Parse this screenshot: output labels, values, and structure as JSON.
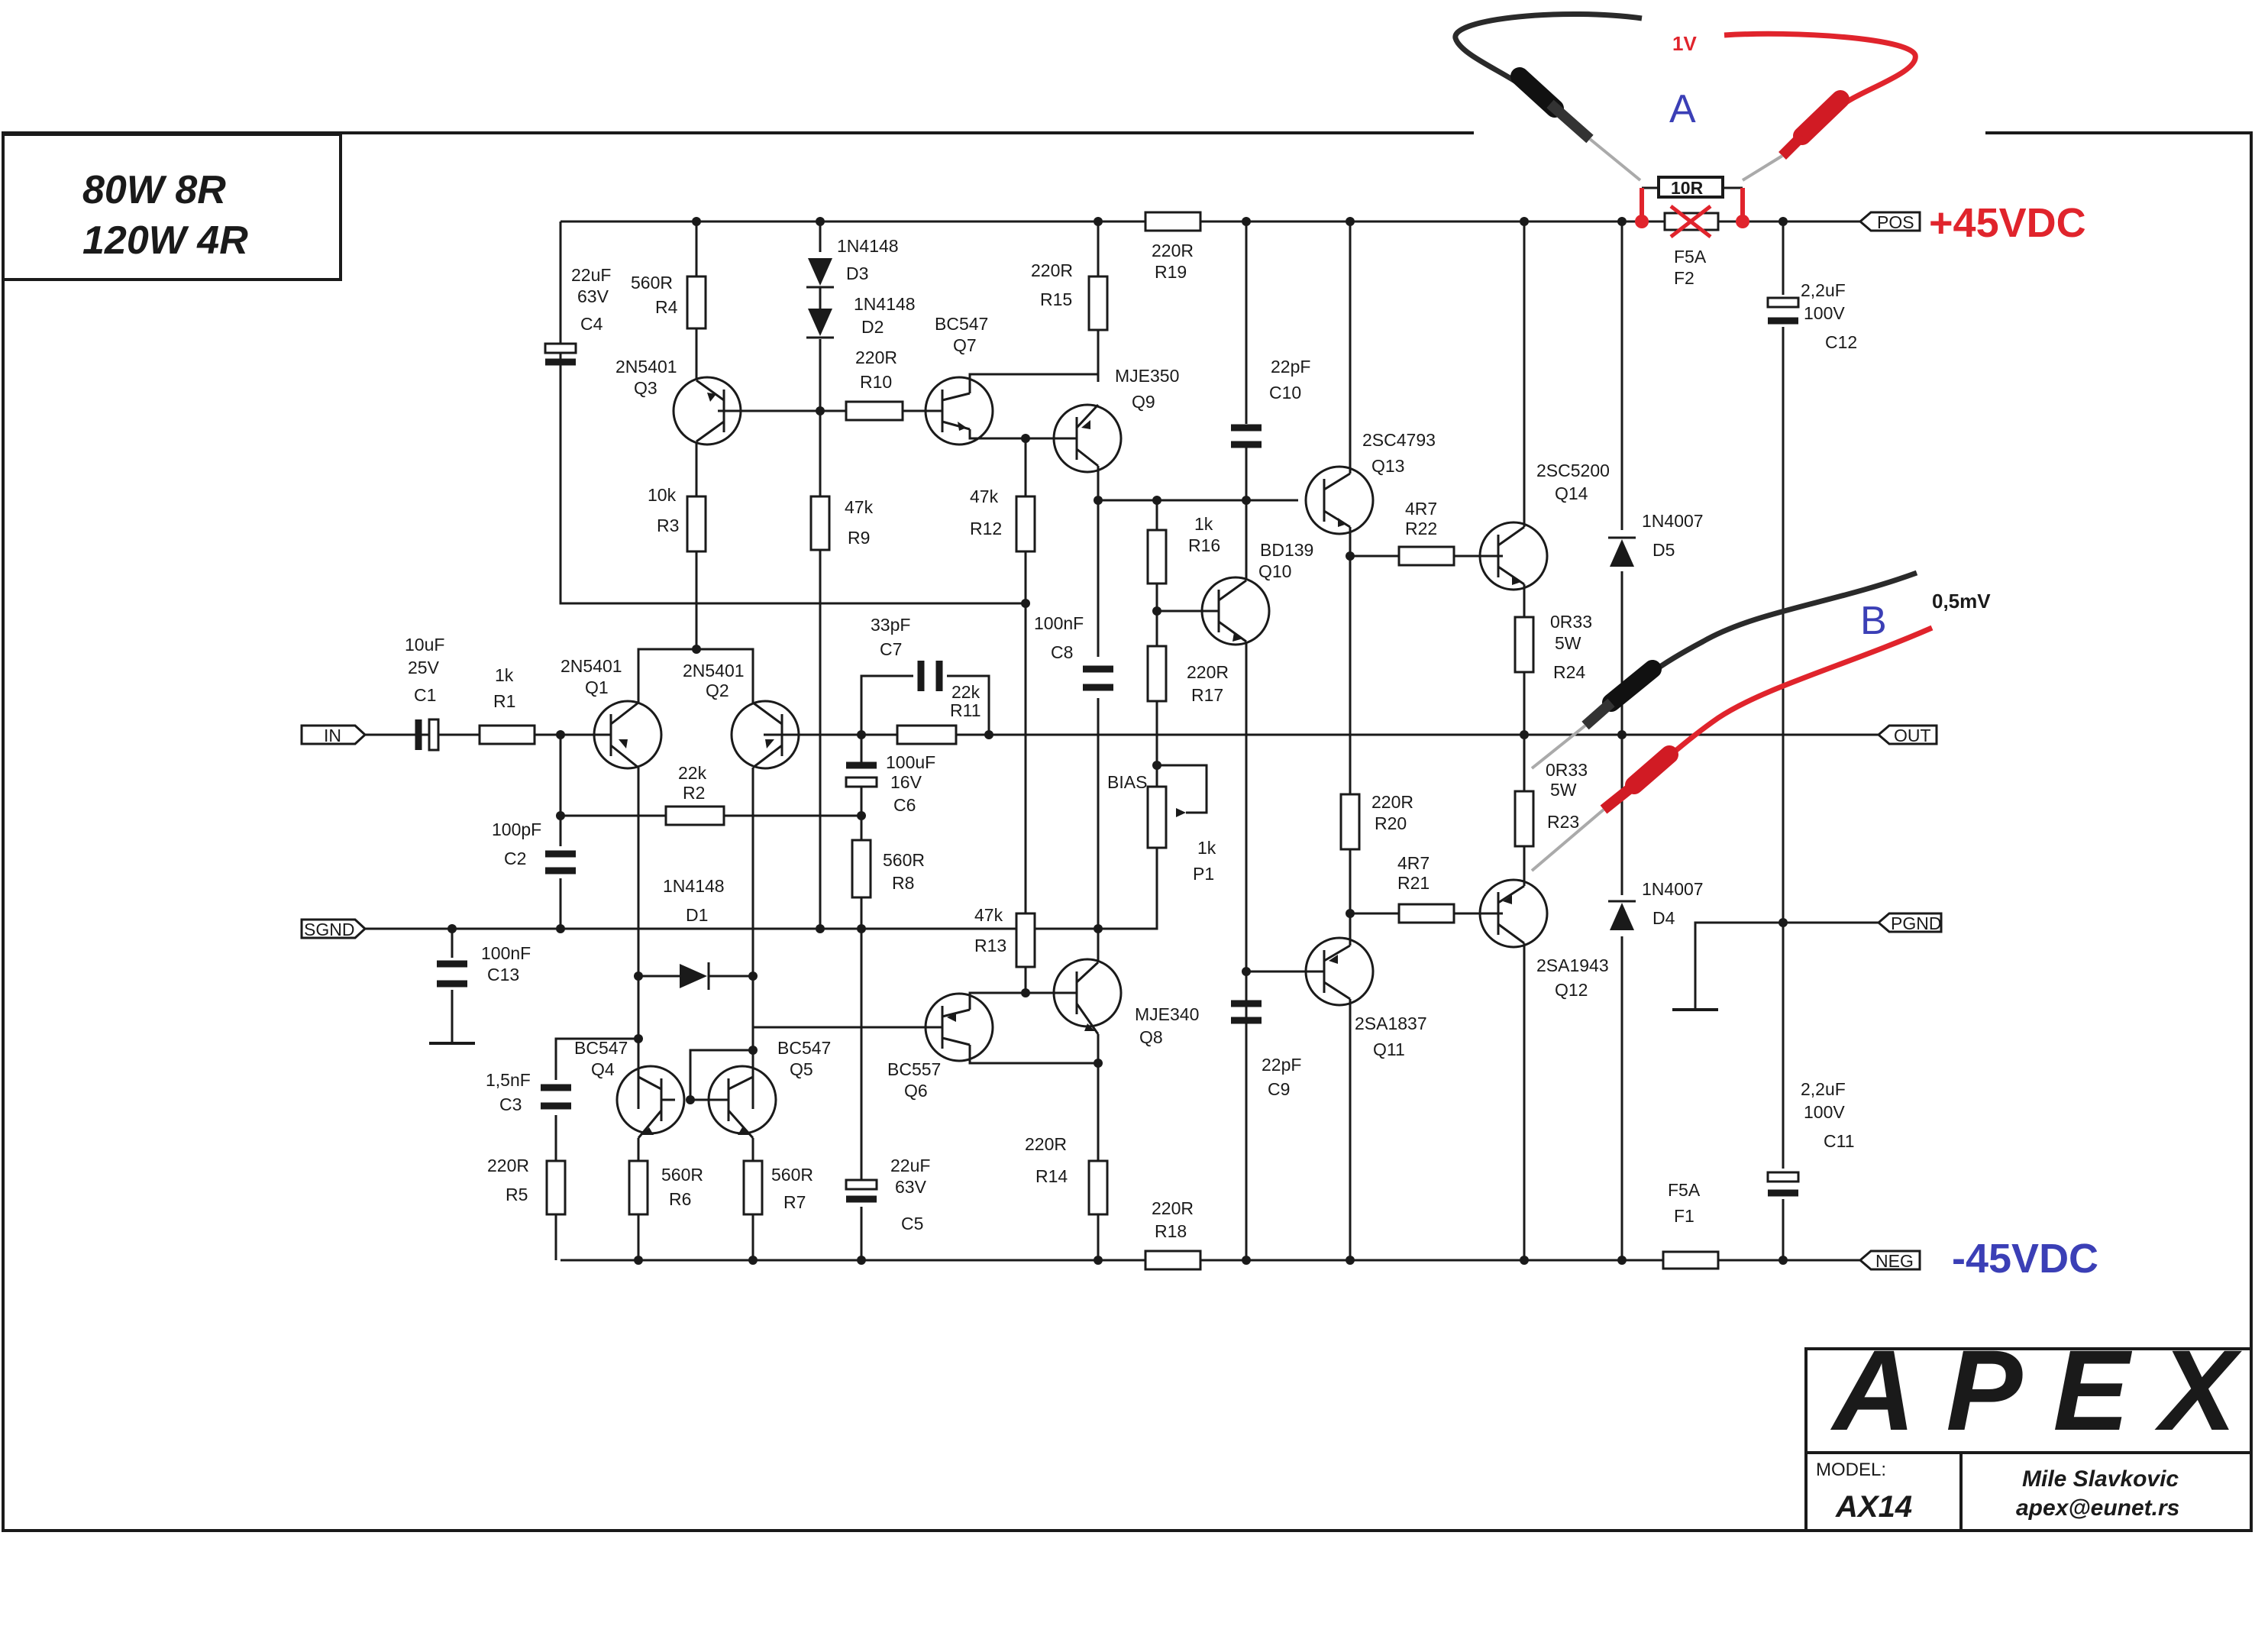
{
  "title": {
    "line1": "80W 8R",
    "line2": "120W 4R"
  },
  "supply": {
    "positive": "+45VDC",
    "negative": "-45VDC",
    "pos_color": "#e0242c",
    "neg_color": "#3b3fb6"
  },
  "ports": {
    "in": "IN",
    "sgnd": "SGND",
    "pos": "POS",
    "out": "OUT",
    "pgnd": "PGND",
    "neg": "NEG"
  },
  "probes": {
    "a": {
      "label": "A",
      "reading": "1V",
      "resistor": "10R"
    },
    "b": {
      "label": "B",
      "reading": "0,5mV"
    }
  },
  "transistors": [
    {
      "id": "Q1",
      "type": "2N5401"
    },
    {
      "id": "Q2",
      "type": "2N5401"
    },
    {
      "id": "Q3",
      "type": "2N5401"
    },
    {
      "id": "Q4",
      "type": "BC547"
    },
    {
      "id": "Q5",
      "type": "BC547"
    },
    {
      "id": "Q6",
      "type": "BC557"
    },
    {
      "id": "Q7",
      "type": "BC547"
    },
    {
      "id": "Q8",
      "type": "MJE340"
    },
    {
      "id": "Q9",
      "type": "MJE350"
    },
    {
      "id": "Q10",
      "type": "BD139"
    },
    {
      "id": "Q11",
      "type": "2SA1837"
    },
    {
      "id": "Q12",
      "type": "2SA1943"
    },
    {
      "id": "Q13",
      "type": "2SC4793"
    },
    {
      "id": "Q14",
      "type": "2SC5200"
    }
  ],
  "resistors": [
    {
      "id": "R1",
      "value": "1k"
    },
    {
      "id": "R2",
      "value": "22k"
    },
    {
      "id": "R3",
      "value": "10k"
    },
    {
      "id": "R4",
      "value": "560R"
    },
    {
      "id": "R5",
      "value": "220R"
    },
    {
      "id": "R6",
      "value": "560R"
    },
    {
      "id": "R7",
      "value": "560R"
    },
    {
      "id": "R8",
      "value": "560R"
    },
    {
      "id": "R9",
      "value": "47k"
    },
    {
      "id": "R10",
      "value": "220R"
    },
    {
      "id": "R11",
      "value": "22k"
    },
    {
      "id": "R12",
      "value": "47k"
    },
    {
      "id": "R13",
      "value": "47k"
    },
    {
      "id": "R14",
      "value": "220R"
    },
    {
      "id": "R15",
      "value": "220R"
    },
    {
      "id": "R16",
      "value": "1k"
    },
    {
      "id": "R17",
      "value": "220R"
    },
    {
      "id": "R18",
      "value": "220R"
    },
    {
      "id": "R19",
      "value": "220R"
    },
    {
      "id": "R20",
      "value": "220R"
    },
    {
      "id": "R21",
      "value": "4R7"
    },
    {
      "id": "R22",
      "value": "4R7"
    },
    {
      "id": "R23",
      "value": "0R33",
      "rating": "5W"
    },
    {
      "id": "R24",
      "value": "0R33",
      "rating": "5W"
    }
  ],
  "capacitors": [
    {
      "id": "C1",
      "value": "10uF",
      "rating": "25V"
    },
    {
      "id": "C2",
      "value": "100pF"
    },
    {
      "id": "C3",
      "value": "1,5nF"
    },
    {
      "id": "C4",
      "value": "22uF",
      "rating": "63V"
    },
    {
      "id": "C5",
      "value": "22uF",
      "rating": "63V"
    },
    {
      "id": "C6",
      "value": "100uF",
      "rating": "16V"
    },
    {
      "id": "C7",
      "value": "33pF"
    },
    {
      "id": "C8",
      "value": "100nF"
    },
    {
      "id": "C9",
      "value": "22pF"
    },
    {
      "id": "C10",
      "value": "22pF"
    },
    {
      "id": "C11",
      "value": "2,2uF",
      "rating": "100V"
    },
    {
      "id": "C12",
      "value": "2,2uF",
      "rating": "100V"
    },
    {
      "id": "C13",
      "value": "100nF"
    }
  ],
  "diodes": [
    {
      "id": "D1",
      "type": "1N4148"
    },
    {
      "id": "D2",
      "type": "1N4148"
    },
    {
      "id": "D3",
      "type": "1N4148"
    },
    {
      "id": "D4",
      "type": "1N4007"
    },
    {
      "id": "D5",
      "type": "1N4007"
    }
  ],
  "fuses": [
    {
      "id": "F1",
      "value": "F5A"
    },
    {
      "id": "F2",
      "value": "F5A"
    }
  ],
  "pot": {
    "id": "P1",
    "value": "1k",
    "name": "BIAS"
  },
  "title_block": {
    "logo": "APEX",
    "model_label": "MODEL:",
    "model": "AX14",
    "author": "Mile Slavkovic",
    "email": "apex@eunet.rs"
  }
}
